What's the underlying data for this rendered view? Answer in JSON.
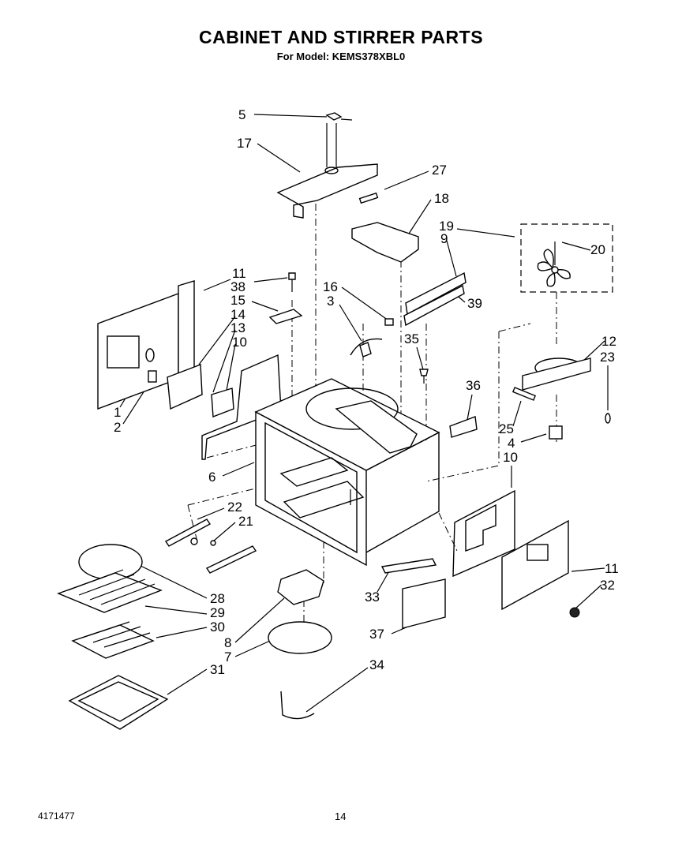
{
  "header": {
    "title": "CABINET AND STIRRER PARTS",
    "subtitle": "For Model: KEMS378XBL0"
  },
  "footer": {
    "doc_number": "4171477",
    "page_number": "14"
  },
  "callouts": [
    {
      "id": "c5",
      "text": "5"
    },
    {
      "id": "c17",
      "text": "17"
    },
    {
      "id": "c27",
      "text": "27"
    },
    {
      "id": "c18",
      "text": "18"
    },
    {
      "id": "c19",
      "text": "19"
    },
    {
      "id": "c9",
      "text": "9"
    },
    {
      "id": "c20",
      "text": "20"
    },
    {
      "id": "c11a",
      "text": "11"
    },
    {
      "id": "c38",
      "text": "38"
    },
    {
      "id": "c15",
      "text": "15"
    },
    {
      "id": "c14",
      "text": "14"
    },
    {
      "id": "c13",
      "text": "13"
    },
    {
      "id": "c10a",
      "text": "10"
    },
    {
      "id": "c16",
      "text": "16"
    },
    {
      "id": "c3",
      "text": "3"
    },
    {
      "id": "c39",
      "text": "39"
    },
    {
      "id": "c35",
      "text": "35"
    },
    {
      "id": "c12",
      "text": "12"
    },
    {
      "id": "c23",
      "text": "23"
    },
    {
      "id": "c36",
      "text": "36"
    },
    {
      "id": "c1",
      "text": "1"
    },
    {
      "id": "c2",
      "text": "2"
    },
    {
      "id": "c25",
      "text": "25"
    },
    {
      "id": "c4",
      "text": "4"
    },
    {
      "id": "c10b",
      "text": "10"
    },
    {
      "id": "c6",
      "text": "6"
    },
    {
      "id": "c22",
      "text": "22"
    },
    {
      "id": "c21",
      "text": "21"
    },
    {
      "id": "c11b",
      "text": "11"
    },
    {
      "id": "c32",
      "text": "32"
    },
    {
      "id": "c28",
      "text": "28"
    },
    {
      "id": "c29",
      "text": "29"
    },
    {
      "id": "c33",
      "text": "33"
    },
    {
      "id": "c30",
      "text": "30"
    },
    {
      "id": "c37",
      "text": "37"
    },
    {
      "id": "c8",
      "text": "8"
    },
    {
      "id": "c7",
      "text": "7"
    },
    {
      "id": "c34",
      "text": "34"
    },
    {
      "id": "c31",
      "text": "31"
    }
  ]
}
